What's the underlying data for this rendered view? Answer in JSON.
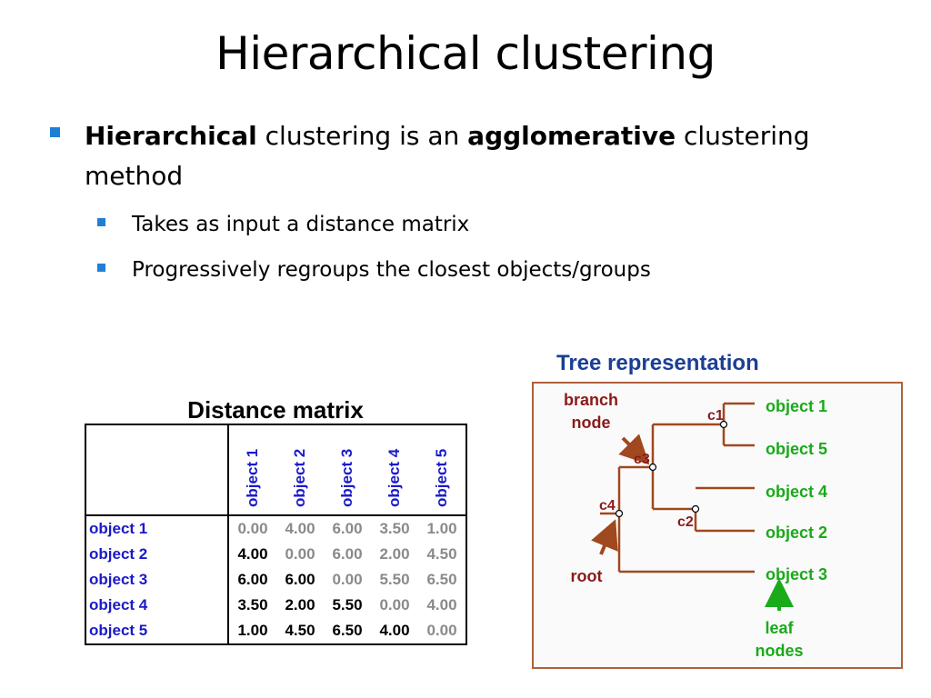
{
  "title": "Hierarchical clustering",
  "bullet1": {
    "bold1": "Hierarchical",
    "text1": " clustering is an ",
    "bold2": "agglomerative",
    "text2": " clustering method"
  },
  "sub_bullets": [
    "Takes as input a distance matrix",
    "Progressively regroups the closest objects/groups"
  ],
  "matrix": {
    "title": "Distance matrix",
    "columns": [
      "object 1",
      "object 2",
      "object 3",
      "object 4",
      "object 5"
    ],
    "rows": [
      {
        "label": "object 1",
        "values": [
          "0.00",
          "4.00",
          "6.00",
          "3.50",
          "1.00"
        ]
      },
      {
        "label": "object 2",
        "values": [
          "4.00",
          "0.00",
          "6.00",
          "2.00",
          "4.50"
        ]
      },
      {
        "label": "object 3",
        "values": [
          "6.00",
          "6.00",
          "0.00",
          "5.50",
          "6.50"
        ]
      },
      {
        "label": "object 4",
        "values": [
          "3.50",
          "2.00",
          "5.50",
          "0.00",
          "4.00"
        ]
      },
      {
        "label": "object 5",
        "values": [
          "1.00",
          "4.50",
          "6.50",
          "4.00",
          "0.00"
        ]
      }
    ]
  },
  "tree": {
    "title": "Tree representation",
    "leaves": [
      "object 1",
      "object 5",
      "object 4",
      "object 2",
      "object 3"
    ],
    "nodes": [
      "c1",
      "c2",
      "c3",
      "c4"
    ],
    "branch_label_1": "branch",
    "branch_label_2": "node",
    "root_label": "root",
    "leaf_label_1": "leaf",
    "leaf_label_2": "nodes",
    "colors": {
      "line": "#a0481e",
      "leaf": "#1aaa1a",
      "label": "#8b1a1a",
      "title": "#1c3f94"
    }
  }
}
